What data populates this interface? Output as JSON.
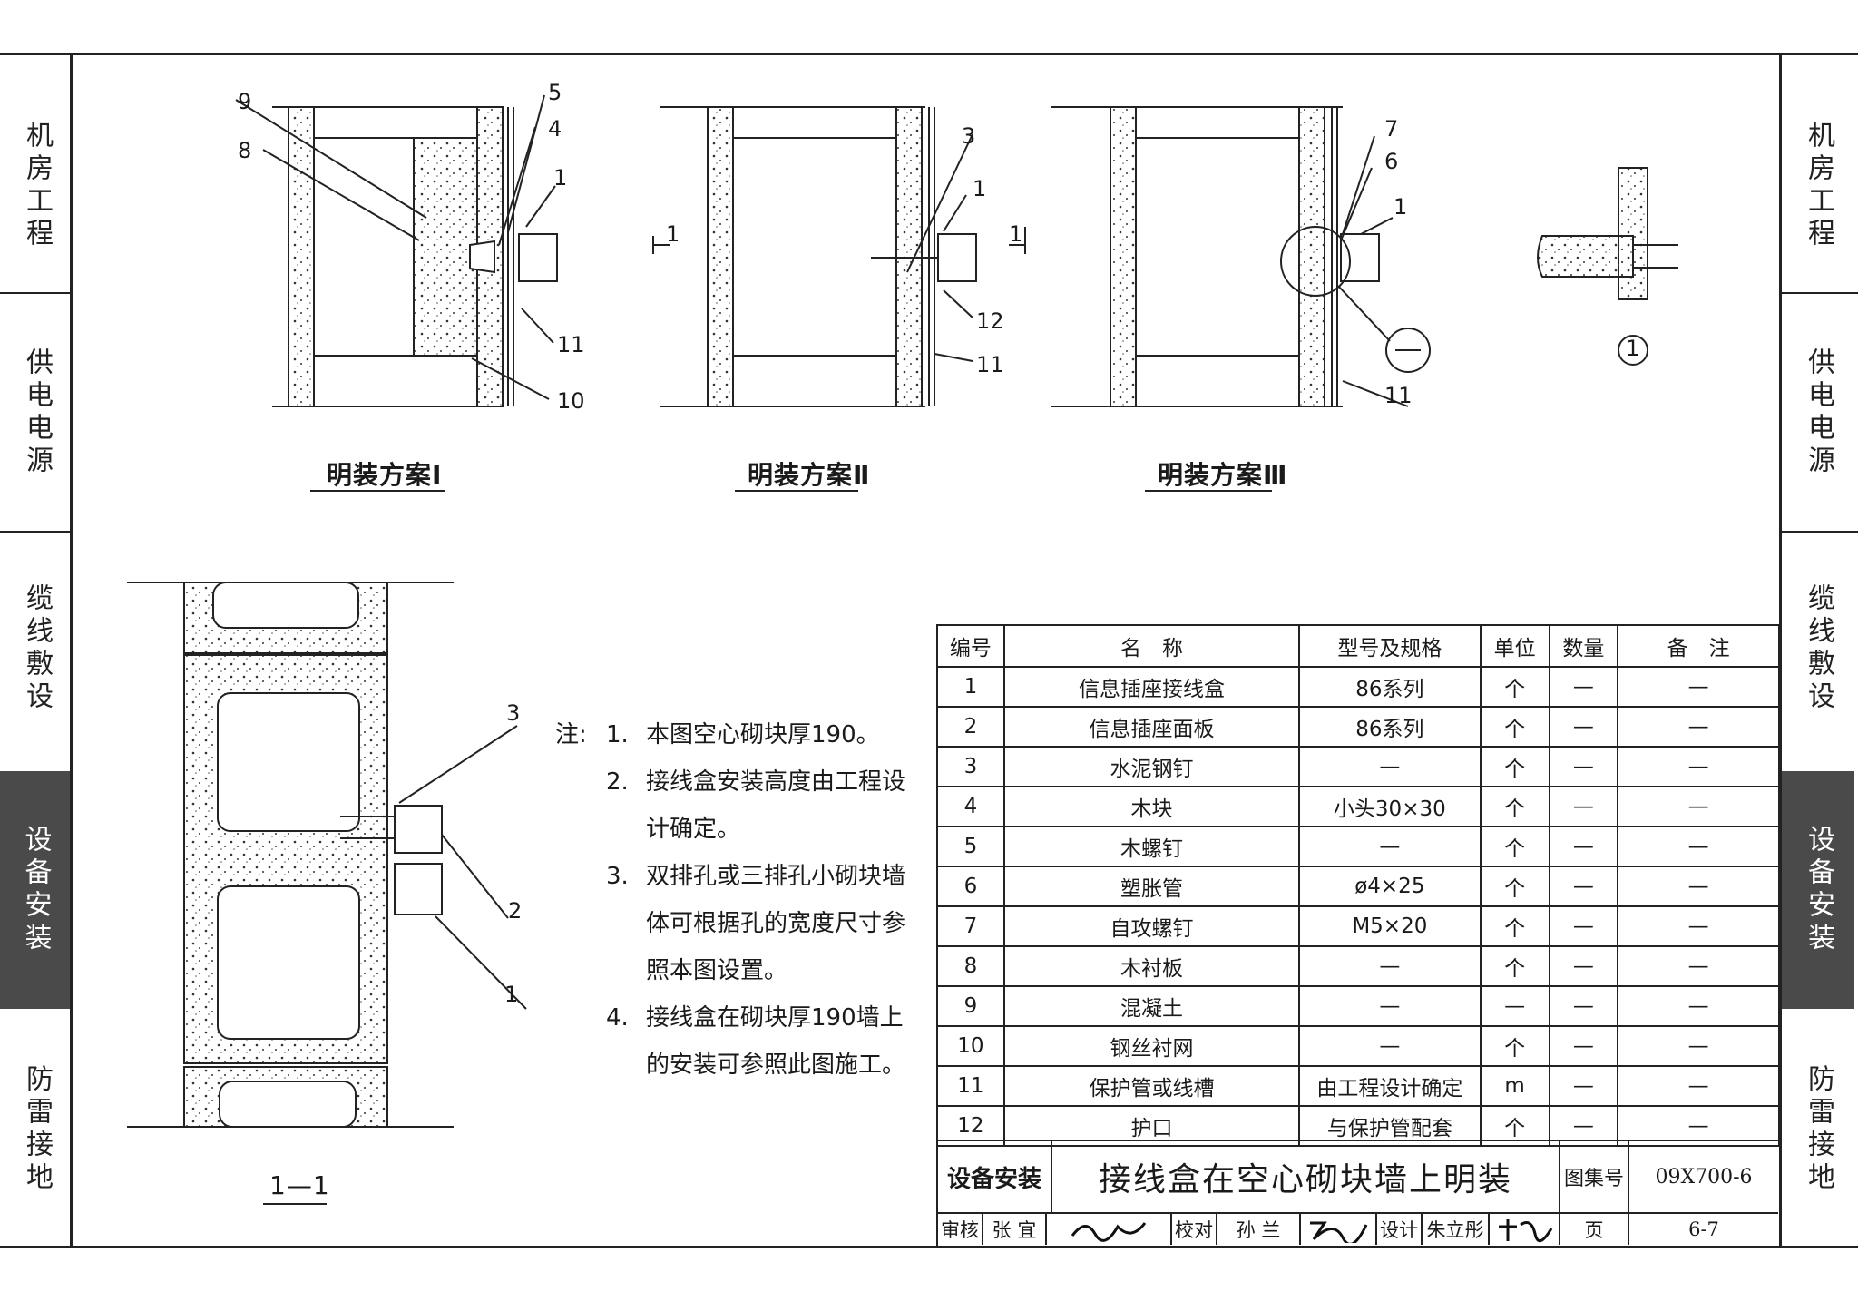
{
  "side_tabs": [
    {
      "label": "机房工程",
      "active": false
    },
    {
      "label": "供电电源",
      "active": false
    },
    {
      "label": "缆线敷设",
      "active": false
    },
    {
      "label": "设备安装",
      "active": true
    },
    {
      "label": "防雷接地",
      "active": false
    }
  ],
  "drawings": {
    "scheme1": {
      "caption": "明装方案Ⅰ",
      "callouts": [
        "9",
        "8",
        "5",
        "4",
        "1",
        "11",
        "10"
      ]
    },
    "scheme2": {
      "caption": "明装方案Ⅱ",
      "callouts": [
        "3",
        "1",
        "12",
        "11",
        "1",
        "1"
      ]
    },
    "scheme3": {
      "caption": "明装方案Ⅲ",
      "callouts": [
        "7",
        "6",
        "1",
        "11"
      ]
    },
    "detail": {
      "callout": "1"
    },
    "section": {
      "caption": "1—1",
      "callouts": [
        "3",
        "2",
        "1"
      ]
    }
  },
  "notes": {
    "label": "注:",
    "items": [
      {
        "num": "1.",
        "lines": [
          "本图空心砌块厚190。"
        ]
      },
      {
        "num": "2.",
        "lines": [
          "接线盒安装高度由工程设",
          "计确定。"
        ]
      },
      {
        "num": "3.",
        "lines": [
          "双排孔或三排孔小砌块墙",
          "体可根据孔的宽度尺寸参",
          "照本图设置。"
        ]
      },
      {
        "num": "4.",
        "lines": [
          "接线盒在砌块厚190墙上",
          "的安装可参照此图施工。"
        ]
      }
    ]
  },
  "parts_table": {
    "headers": [
      "编号",
      "名　称",
      "型号及规格",
      "单位",
      "数量",
      "备　注"
    ],
    "rows": [
      [
        "1",
        "信息插座接线盒",
        "86系列",
        "个",
        "—",
        "—"
      ],
      [
        "2",
        "信息插座面板",
        "86系列",
        "个",
        "—",
        "—"
      ],
      [
        "3",
        "水泥钢钉",
        "—",
        "个",
        "—",
        "—"
      ],
      [
        "4",
        "木块",
        "小头30×30",
        "个",
        "—",
        "—"
      ],
      [
        "5",
        "木螺钉",
        "—",
        "个",
        "—",
        "—"
      ],
      [
        "6",
        "塑胀管",
        "ø4×25",
        "个",
        "—",
        "—"
      ],
      [
        "7",
        "自攻螺钉",
        "M5×20",
        "个",
        "—",
        "—"
      ],
      [
        "8",
        "木衬板",
        "—",
        "个",
        "—",
        "—"
      ],
      [
        "9",
        "混凝土",
        "—",
        "—",
        "—",
        "—"
      ],
      [
        "10",
        "钢丝衬网",
        "—",
        "个",
        "—",
        "—"
      ],
      [
        "11",
        "保护管或线槽",
        "由工程设计确定",
        "m",
        "—",
        "—"
      ],
      [
        "12",
        "护口",
        "与保护管配套",
        "个",
        "—",
        "—"
      ]
    ]
  },
  "title_block": {
    "category": "设备安装",
    "title": "接线盒在空心砌块墙上明装",
    "atlas_label": "图集号",
    "atlas_no": "09X700-6",
    "review_label": "审核",
    "reviewer": "张 宜",
    "check_label": "校对",
    "checker": "孙 兰",
    "design_label": "设计",
    "designer": "朱立彤",
    "page_label": "页",
    "page_no": "6-7"
  }
}
